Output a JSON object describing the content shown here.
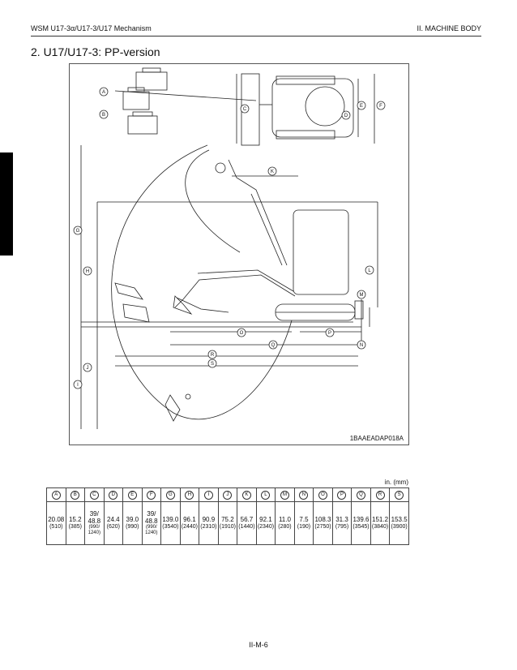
{
  "header": {
    "left_text": "WSM U17-3α/U17-3/U17 Mechanism",
    "right_text": "II. MACHINE BODY"
  },
  "section_title": "2. U17/U17-3: PP-version",
  "figure": {
    "code": "1BAAEADAP018A",
    "callouts": [
      "A",
      "B",
      "C",
      "D",
      "E",
      "F",
      "G",
      "H",
      "I",
      "J",
      "K",
      "L",
      "M",
      "N",
      "O",
      "P",
      "Q",
      "R",
      "S"
    ]
  },
  "table": {
    "unit_note": "in. (mm)",
    "columns": [
      {
        "key": "A",
        "inch": "20.08",
        "mm": "(510)"
      },
      {
        "key": "B",
        "inch": "15.2",
        "mm": "(385)"
      },
      {
        "key": "C",
        "inch_prefix": "39/",
        "inch": "48.8",
        "mm": "(990/ 1240)"
      },
      {
        "key": "D",
        "inch": "24.4",
        "mm": "(620)"
      },
      {
        "key": "E",
        "inch": "39.0",
        "mm": "(990)"
      },
      {
        "key": "F",
        "inch_prefix": "39/",
        "inch": "48.8",
        "mm": "(990/ 1240)"
      },
      {
        "key": "G",
        "inch": "139.0",
        "mm": "(3540)"
      },
      {
        "key": "H",
        "inch": "96.1",
        "mm": "(2440)"
      },
      {
        "key": "I",
        "inch": "90.9",
        "mm": "(2310)"
      },
      {
        "key": "J",
        "inch": "75.2",
        "mm": "(1910)"
      },
      {
        "key": "K",
        "inch": "56.7",
        "mm": "(1440)"
      },
      {
        "key": "L",
        "inch": "92.1",
        "mm": "(2340)"
      },
      {
        "key": "M",
        "inch": "11.0",
        "mm": "(280)"
      },
      {
        "key": "N",
        "inch": "7.5",
        "mm": "(190)"
      },
      {
        "key": "O",
        "inch": "108.3",
        "mm": "(2750)"
      },
      {
        "key": "P",
        "inch": "31.3",
        "mm": "(795)"
      },
      {
        "key": "Q",
        "inch": "139.6",
        "mm": "(3545)"
      },
      {
        "key": "R",
        "inch": "151.2",
        "mm": "(3840)"
      },
      {
        "key": "S",
        "inch": "153.5",
        "mm": "(3900)"
      }
    ]
  },
  "footer": {
    "page_number": "II-M-6"
  }
}
